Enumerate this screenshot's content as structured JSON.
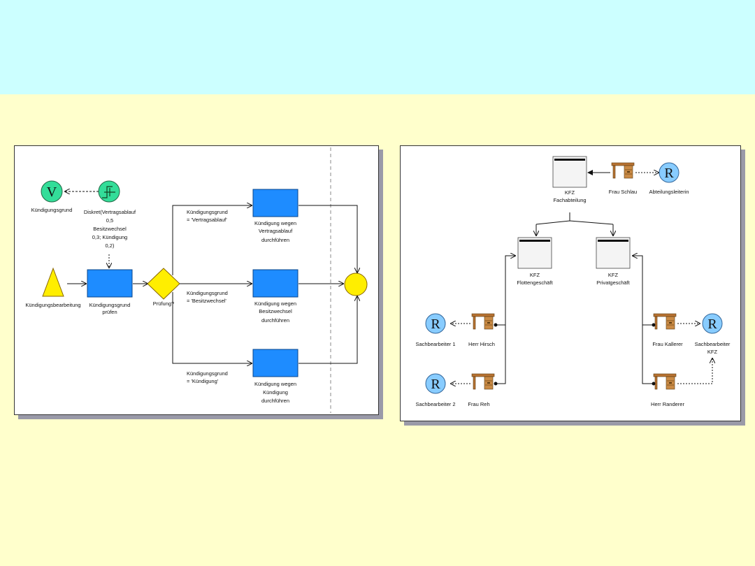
{
  "left": {
    "event_v_label": "Kündigungsgrund",
    "v_letter": "V",
    "variable_label": [
      "Diskret(Vertragsablauf",
      "0,5",
      "Besitzwechsel",
      "0,3; Kündigung",
      "0,2)"
    ],
    "start_event_label": "Kündigungsbearbeitung",
    "check_task_label": [
      "Kündigungsgrund",
      "prüfen"
    ],
    "decision_label": "Prüfung?",
    "conditions": [
      [
        "Kündigungsgrund",
        "= 'Vertragsablauf'"
      ],
      [
        "Kündigungsgrund",
        "= 'Besitzwechsel'"
      ],
      [
        "Kündigungsgrund",
        "= 'Kündigung'"
      ]
    ],
    "tasks": [
      [
        "Kündigung wegen",
        "Vertragsablauf",
        "durchführen"
      ],
      [
        "Kündigung wegen",
        "Besitzwechsel",
        "durchführen"
      ],
      [
        "Kündigung wegen",
        "Kündigung",
        "durchführen"
      ]
    ]
  },
  "right": {
    "r_letter": "R",
    "dept_label": [
      "KFZ",
      "Fachabteilung"
    ],
    "fleet_label": [
      "KFZ",
      "Flottengeschäft"
    ],
    "private_label": [
      "KFZ",
      "Privatgeschäft"
    ],
    "person_schlau": "Frau Schlau",
    "role_head": "Abteilungsleiterin",
    "person_hirsch": "Herr Hirsch",
    "role_sb1": "Sachbearbeiter 1",
    "person_reh": "Frau Reh",
    "role_sb2": "Sachbearbeiter 2",
    "person_kallerer": "Frau Kallerer",
    "role_sb_kfz": [
      "Sachbearbeiter",
      "KFZ"
    ],
    "person_randerer": "Herr Randerer"
  },
  "colors": {
    "header": "#ccffff",
    "background": "#ffffcc",
    "task_blue": "#1e8cff",
    "event_yellow": "#ffee00",
    "v_green": "#33dd99",
    "r_blue": "#88ccff",
    "desk_brown": "#b87333"
  }
}
